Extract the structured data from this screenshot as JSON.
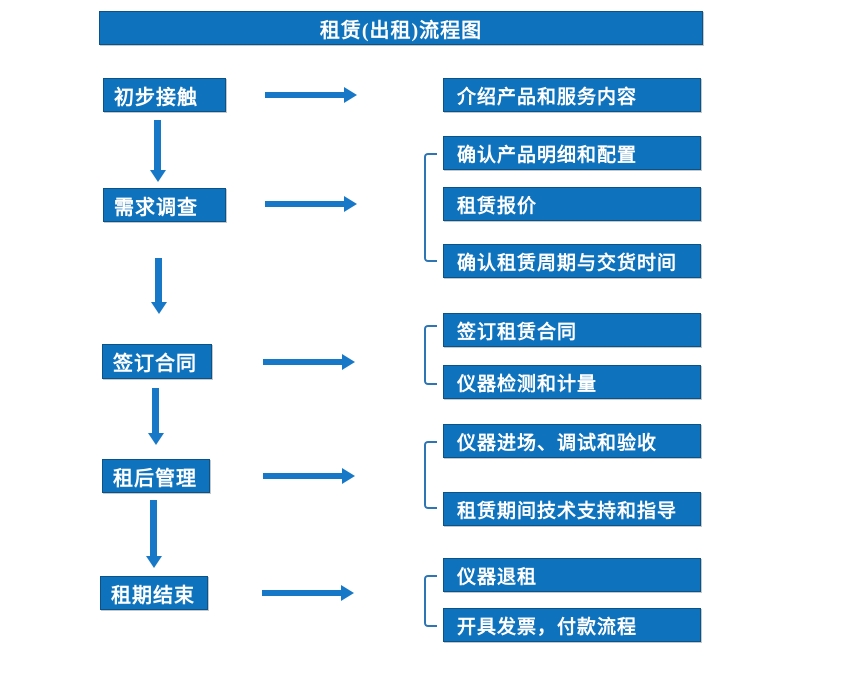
{
  "title": "租赁(出租)流程图",
  "colors": {
    "box_blue": "#0e72bd",
    "arrow_blue": "#1878c8",
    "bracket_blue": "#2e75b6",
    "text": "#ffffff",
    "background": "#ffffff"
  },
  "steps": [
    {
      "label": "初步接触",
      "details": [
        "介绍产品和服务内容"
      ]
    },
    {
      "label": "需求调查",
      "details": [
        "确认产品明细和配置",
        "租赁报价",
        "确认租赁周期与交货时间"
      ]
    },
    {
      "label": "签订合同",
      "details": [
        "签订租赁合同",
        "仪器检测和计量"
      ]
    },
    {
      "label": "租后管理",
      "details": [
        "仪器进场、调试和验收",
        "租赁期间技术支持和指导"
      ]
    },
    {
      "label": "租期结束",
      "details": [
        "仪器退租",
        "开具发票，付款流程"
      ]
    }
  ]
}
